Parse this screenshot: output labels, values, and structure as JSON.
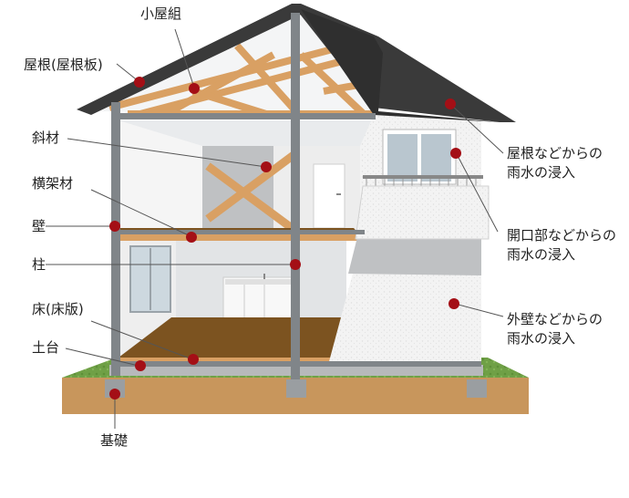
{
  "labels": {
    "koyagumi": "小屋組",
    "yane": "屋根(屋根板)",
    "shazai": "斜材",
    "yokokazai": "横架材",
    "kabe": "壁",
    "hashira": "柱",
    "yuka": "床(床版)",
    "dodai": "土台",
    "kiso": "基礎",
    "yane_shinsui_1": "屋根などからの",
    "yane_shinsui_2": "雨水の浸入",
    "kaikoubu_shinsui_1": "開口部などからの",
    "kaikoubu_shinsui_2": "雨水の浸入",
    "gaiheki_shinsui_1": "外壁などからの",
    "gaiheki_shinsui_2": "雨水の浸入"
  },
  "colors": {
    "marker": "#a40f16",
    "frame": "#808589",
    "roof": "#3a3a3a",
    "timber": "#d9a063",
    "floor": "#7c5320",
    "ground": "#c8965c",
    "grass": "#6fa046",
    "wall_white": "#f2f2f2"
  }
}
